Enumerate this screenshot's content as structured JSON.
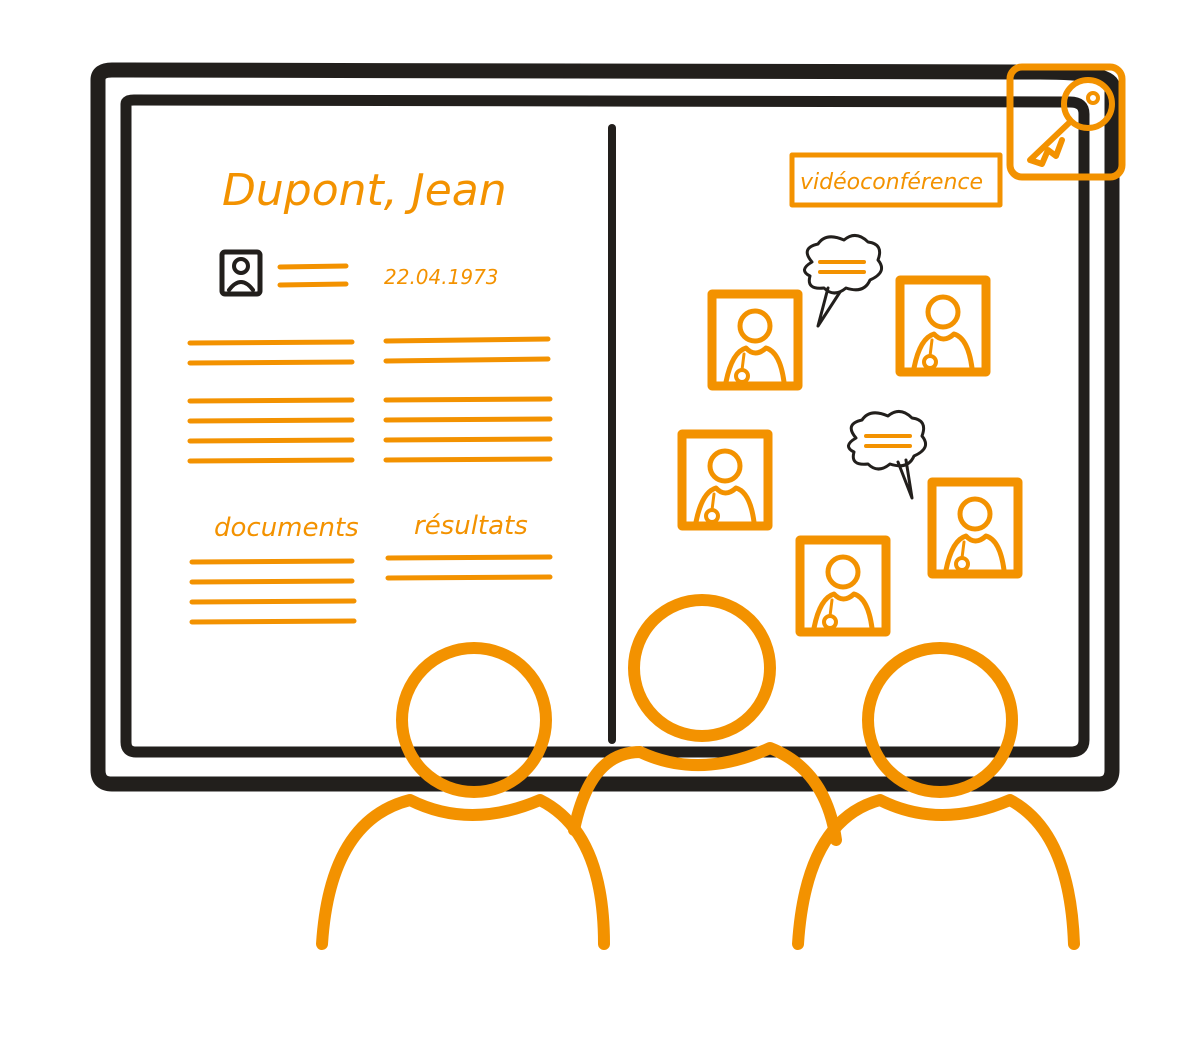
{
  "record": {
    "patient_name": "Dupont, Jean",
    "birth_date": "22.04.1973",
    "documents_label": "documents",
    "results_label": "résultats"
  },
  "video": {
    "label": "vidéoconférence"
  },
  "colors": {
    "accent": "#f39200",
    "ink": "#221f1c"
  }
}
